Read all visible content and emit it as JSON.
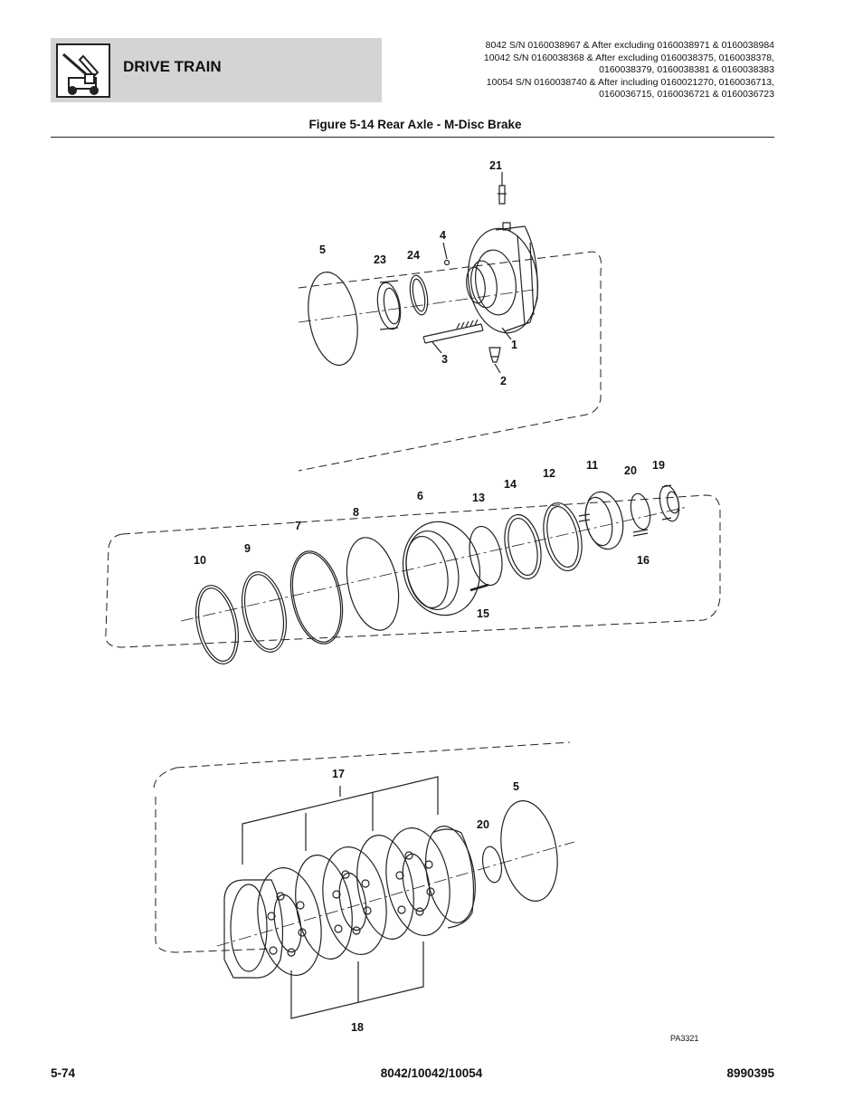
{
  "header": {
    "section_title": "DRIVE TRAIN",
    "icon": "telehandler-icon",
    "serial_lines": [
      "8042 S/N 0160038967 & After excluding 0160038971 & 0160038984",
      "10042 S/N 0160038368 & After excluding 0160038375, 0160038378,",
      "0160038379, 0160038381 & 0160038383",
      "10054 S/N 0160038740 & After including 0160021270, 0160036713,",
      "0160036715, 0160036721 & 0160036723"
    ]
  },
  "figure": {
    "title": "Figure 5-14 Rear Axle - M-Disc Brake",
    "reference_code": "PA3321",
    "callouts": [
      "21",
      "4",
      "5",
      "23",
      "24",
      "1",
      "3",
      "2",
      "11",
      "20",
      "19",
      "12",
      "14",
      "6",
      "13",
      "8",
      "7",
      "9",
      "10",
      "16",
      "15",
      "17",
      "5",
      "20",
      "18"
    ]
  },
  "footer": {
    "page_number": "5-74",
    "models": "8042/10042/10054",
    "doc_number": "8990395"
  }
}
